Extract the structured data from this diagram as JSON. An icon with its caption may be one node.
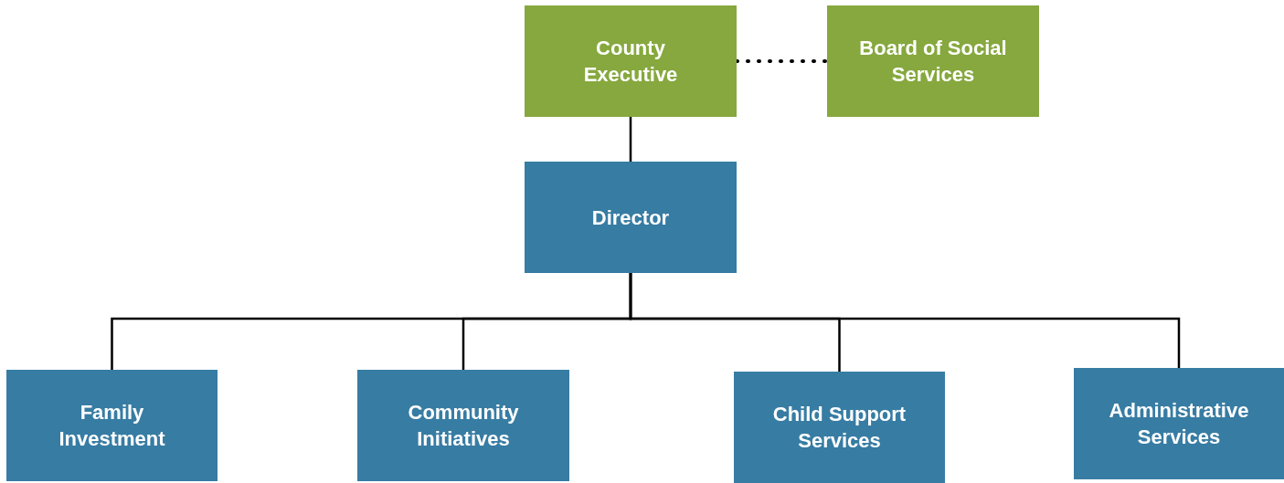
{
  "diagram": {
    "nodes": [
      {
        "text": [
          "County Executive"
        ]
      },
      {
        "text": [
          "Board of Social Services"
        ]
      },
      {
        "text": [
          "Director"
        ]
      },
      {
        "text": [
          "Family Investment"
        ]
      },
      {
        "text": [
          "Community Initiatives"
        ]
      },
      {
        "text": [
          "Child Support Services"
        ]
      },
      {
        "text": [
          "Administrative Services"
        ]
      }
    ],
    "edges": [
      {
        "from": 0,
        "to": 1,
        "arrow": "none",
        "style": "dashed"
      },
      {
        "from": 0,
        "to": 2,
        "arrow": "none"
      },
      {
        "from": 2,
        "to": 3,
        "arrow": "none"
      },
      {
        "from": 2,
        "to": 4,
        "arrow": "none"
      },
      {
        "from": 2,
        "to": 5,
        "arrow": "none"
      },
      {
        "from": 2,
        "to": 6,
        "arrow": "none"
      }
    ]
  }
}
